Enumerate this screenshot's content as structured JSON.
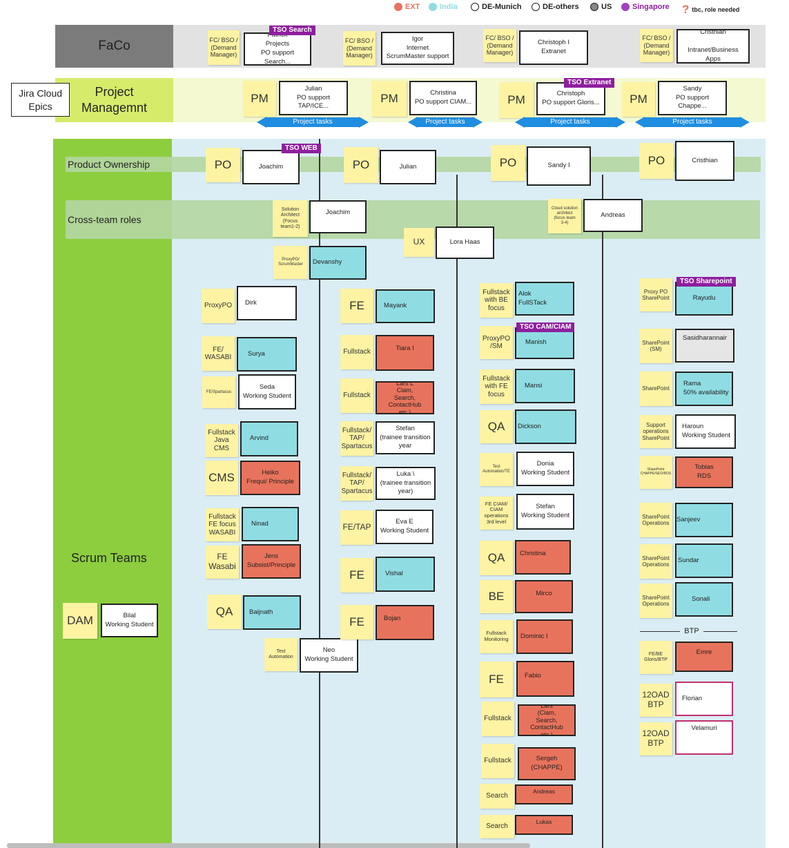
{
  "legend": [
    {
      "label": "EXT",
      "color": "#e8735c",
      "fill": true,
      "text_color": "#e8735c"
    },
    {
      "label": "India",
      "color": "#8fdde3",
      "fill": true,
      "text_color": "#8fdde3"
    },
    {
      "label": "DE-Munich",
      "color": "#ffffff",
      "fill": false,
      "text_color": "#222222"
    },
    {
      "label": "DE-others",
      "color": "#ffffff",
      "fill": false,
      "text_color": "#222222"
    },
    {
      "label": "US",
      "color": "#888888",
      "fill": true,
      "text_color": "#222222"
    },
    {
      "label": "Singapore",
      "color": "#a33ec1",
      "fill": true,
      "text_color": "#8e1f9e"
    },
    {
      "label": "tbc, role needed",
      "icon": "question-icon",
      "text_color": "#222222"
    }
  ],
  "rows": {
    "faco": "FaCo",
    "project_management": "Project\nManagemnt",
    "jira_epics": "Jira Cloud\nEpics",
    "product_ownership": "Product Ownership",
    "cross_team": "Cross-team roles",
    "scrum_teams": "Scrum Teams"
  },
  "faco": [
    {
      "role": "FC/ BSO /\n(Demand\nManager)",
      "card": "Patrick\nProjects\nPO support Search...",
      "tag": "TSO Search"
    },
    {
      "role": "FC/ BSO /\n(Demand\nManager)",
      "card": "Igor\nInternet\nScrumMaster support"
    },
    {
      "role": "FC/ BSO /\n(Demand\nManager)",
      "card": "Christoph I\nExtranet"
    },
    {
      "role": "FC/ BSO /\n(Demand\nManager)",
      "card": "Cristhian\n\nIntranet/Business Apps"
    }
  ],
  "pm": [
    {
      "role": "PM",
      "card": "Julian\nPO support TAP/ICE...",
      "tasks": "Project tasks"
    },
    {
      "role": "PM",
      "card": "Christina\nPO support CIAM...",
      "tasks": "Project tasks"
    },
    {
      "role": "PM",
      "card": "Christoph\nPO support Gloris...",
      "tasks": "Project tasks",
      "tag": "TSO Extranet"
    },
    {
      "role": "PM",
      "card": "Sandy\nPO support Chappe...",
      "tasks": "Project tasks"
    }
  ],
  "po": [
    {
      "role": "PO",
      "card": "Joachim",
      "tag": "TSO WEB"
    },
    {
      "role": "PO",
      "card": "Julian"
    },
    {
      "role": "PO",
      "card": "Sandy I"
    },
    {
      "role": "PO",
      "card": "Cristhian"
    }
  ],
  "cross": {
    "sa_role": "Solution\nArchitect\n(Focus\nteam1-2)",
    "sa_name": "Joachim",
    "cloud_role": "Cloud solution\narchitect\n(focus team\n3-4)",
    "cloud_name": "Andreas",
    "ux_role": "UX",
    "ux_name": "Lora Haas",
    "proxy_role": "ProxyPO/\nScrumMaster",
    "proxy_name": "Devanshy"
  },
  "dam": {
    "role": "DAM",
    "card": "Bilal\nWorking Student"
  },
  "team1": [
    {
      "role": "ProxyPO",
      "card": "Dirk"
    },
    {
      "role": "FE/\nWASABI",
      "card": "Surya"
    },
    {
      "role": "FE/Spartacus",
      "card": "Seda\nWorking Student"
    },
    {
      "role": "Fullstack\nJava\nCMS",
      "card": "Arvind"
    },
    {
      "role": "CMS",
      "card": "Heiko\nFrequi/ Principle"
    },
    {
      "role": "Fullstack\nFE focus\nWASABI",
      "card": "Ninad"
    },
    {
      "role": "FE\nWasabi",
      "card": "Jens\nSubsist/Principle"
    },
    {
      "role": "QA",
      "card": "Baijnath"
    },
    {
      "role": "Test\nAutomation",
      "card": "Neo\nWorking Student"
    }
  ],
  "team2": [
    {
      "role": "FE",
      "card": "Mayank"
    },
    {
      "role": "Fullstack",
      "card": "Tiara I"
    },
    {
      "role": "Fullstack",
      "card": "Lars L\nCiam,\nSearch, ContactHub\netc.)"
    },
    {
      "role": "Fullstack/\nTAP/\nSpartacus",
      "card": "Stefan\n(trainee transition\nyear"
    },
    {
      "role": "Fullstack/\nTAP/\nSpartacus",
      "card": "Luka \\\n(trainee transition\nyear)"
    },
    {
      "role": "FE/TAP",
      "card": "Eva E\nWorking Student"
    },
    {
      "role": "FE",
      "card": "Vishal"
    },
    {
      "role": "FE",
      "card": "Bojan"
    }
  ],
  "team3": [
    {
      "role": "Fullstack\nwith BE\nfocus",
      "card": "Alok\nFullSTack"
    },
    {
      "role": "ProxyPO\n/SM",
      "card": "Manish",
      "tag": "TSO CAM/CIAM"
    },
    {
      "role": "Fullstack\nwith FE\nfocus",
      "card": "Mansi"
    },
    {
      "role": "QA",
      "card": "Dickson"
    },
    {
      "role": "Test\nAutomation/TE",
      "card": "Donia\nWorking Student"
    },
    {
      "role": "FE CIAM/\nCIAM\noperations\n3rd level",
      "card": "Stefan\nWorking Student"
    },
    {
      "role": "QA",
      "card": "Christina"
    },
    {
      "role": "BE",
      "card": "Mirco"
    },
    {
      "role": "Fullstack\nMonitoring",
      "card": "Dominic I"
    },
    {
      "role": "FE",
      "card": "Fabio"
    },
    {
      "role": "Fullstack",
      "card": "Lars\n(Ciam,\nSearch, ContactHub\netc.)"
    },
    {
      "role": "Fullstack",
      "card": "Sergeh\n(CHAPPE)"
    },
    {
      "role": "Search",
      "card": "Andreas"
    },
    {
      "role": "Search",
      "card": "Lukas"
    }
  ],
  "team4": [
    {
      "role": "Proxy PO\nSharePoint",
      "card": "Rayudu",
      "tag": "TSO Sharepoint"
    },
    {
      "role": "SharePoint\n(SM)",
      "card": "Sasidharannair"
    },
    {
      "role": "SharePoint",
      "card": "Rama\n50% availability"
    },
    {
      "role": "Support\noperations\nSharePoint",
      "card": "Haroun\nWorking Student"
    },
    {
      "role": "SharePoint\nCHAPPE/SEO/RDS",
      "card": "Tobias\nRDS"
    },
    {
      "role": "SharePoint\nOperations",
      "card": "Sanjeev"
    },
    {
      "role": "SharePoint\nOperations",
      "card": "Sundar"
    },
    {
      "role": "SharePoint\nOperations",
      "card": "Sonali"
    },
    {
      "role": "FE/BE\nGloris/BTP",
      "card": "Emre"
    },
    {
      "role": "12OAD\nBTP",
      "card": "Florian"
    },
    {
      "role": "12OAD\nBTP",
      "card": "Velamuri"
    }
  ],
  "btp_label": "BTP",
  "colors": {
    "yellow": "#fdf3a3",
    "green": "#8dce3e",
    "lightgreen": "#c3dfb2",
    "lime": "#d7eb6b",
    "bluebg": "#dbedf4",
    "india": "#8fdde3",
    "ext": "#e8735c",
    "purple": "#8e1f9e",
    "tasks": "#1f8de0"
  }
}
